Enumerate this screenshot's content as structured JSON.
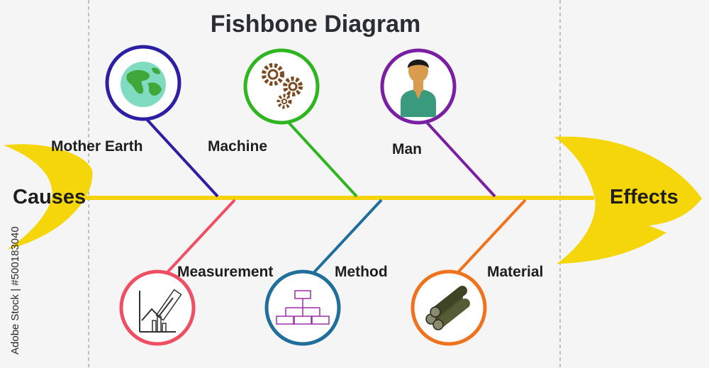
{
  "title": "Fishbone Diagram",
  "causes_label": "Causes",
  "effects_label": "Effects",
  "watermark": "Adobe Stock | #500183040",
  "colors": {
    "spine": "#f5d20a",
    "tail_fill": "#f5d60a",
    "mother_earth": "#2d1fa3",
    "machine": "#2fb51f",
    "man": "#7b1fa2",
    "measurement": "#ef4f63",
    "method": "#1f6e9b",
    "material": "#f0731c"
  },
  "categories": {
    "mother_earth": {
      "label": "Mother Earth",
      "icon": "globe-icon"
    },
    "machine": {
      "label": "Machine",
      "icon": "gears-icon"
    },
    "man": {
      "label": "Man",
      "icon": "person-icon"
    },
    "measurement": {
      "label": "Measurement",
      "icon": "chart-ruler-icon"
    },
    "method": {
      "label": "Method",
      "icon": "flowchart-icon"
    },
    "material": {
      "label": "Material",
      "icon": "logs-icon"
    }
  }
}
